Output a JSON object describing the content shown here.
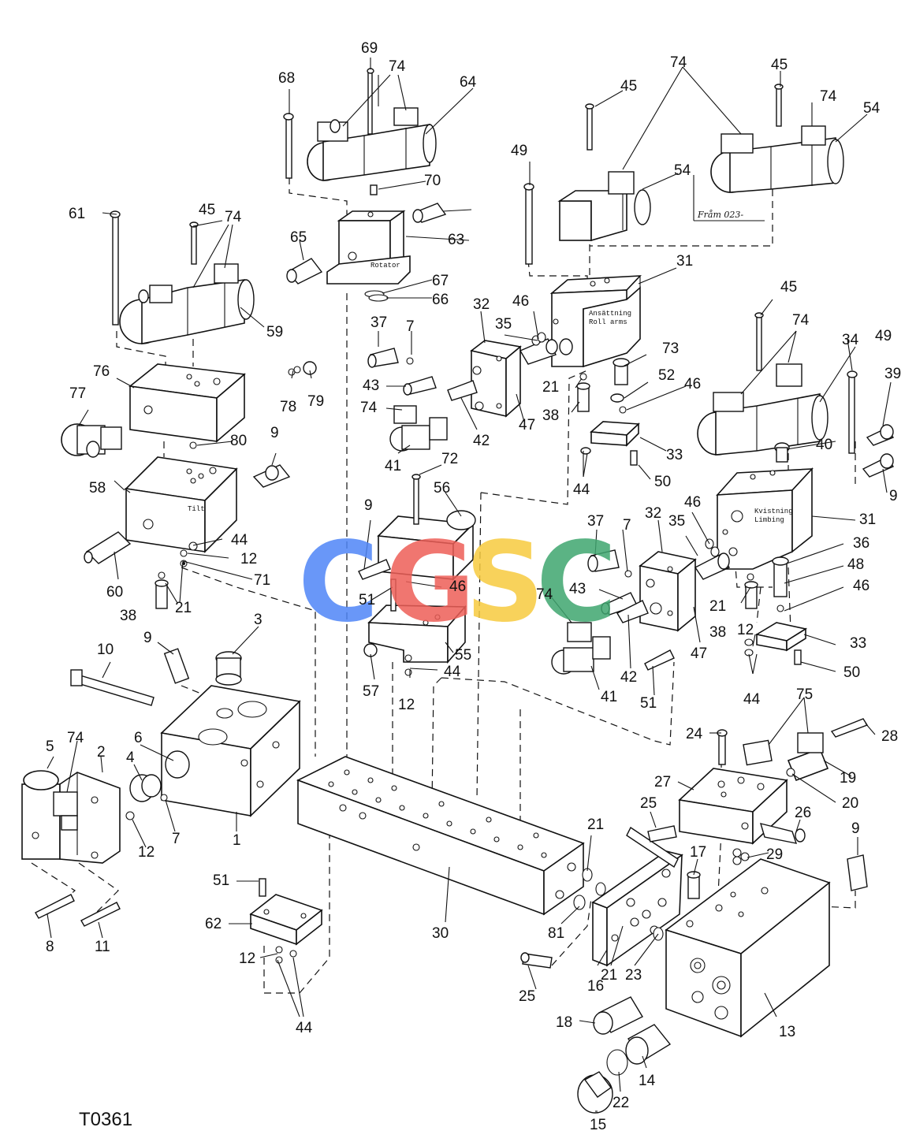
{
  "drawing_code": "T0361",
  "block_labels": {
    "rotator": "Rotator",
    "tilt": "Tilt",
    "rollarms_line1": "Ansättning",
    "rollarms_line2": "Roll arms",
    "limbing_line1": "Kvistning",
    "limbing_line2": "Limbing",
    "from_note": "Fråm 023-"
  },
  "watermark": {
    "letters": [
      "C",
      "G",
      "S",
      "C"
    ],
    "colors": [
      "#4f86f7",
      "#ee5f58",
      "#f7cb3f",
      "#3fa66f"
    ]
  },
  "callouts": [
    "1",
    "2",
    "3",
    "4",
    "5",
    "6",
    "7",
    "8",
    "9",
    "10",
    "11",
    "12",
    "13",
    "14",
    "15",
    "16",
    "17",
    "18",
    "19",
    "20",
    "21",
    "22",
    "23",
    "24",
    "25",
    "26",
    "27",
    "28",
    "29",
    "30",
    "31",
    "32",
    "33",
    "34",
    "35",
    "36",
    "37",
    "38",
    "39",
    "40",
    "41",
    "42",
    "43",
    "44",
    "45",
    "46",
    "47",
    "48",
    "49",
    "50",
    "51",
    "52",
    "54",
    "55",
    "56",
    "57",
    "58",
    "59",
    "60",
    "61",
    "62",
    "63",
    "64",
    "65",
    "66",
    "67",
    "68",
    "69",
    "70",
    "71",
    "72",
    "73",
    "74",
    "75",
    "76",
    "77",
    "78",
    "79",
    "80",
    "81"
  ]
}
